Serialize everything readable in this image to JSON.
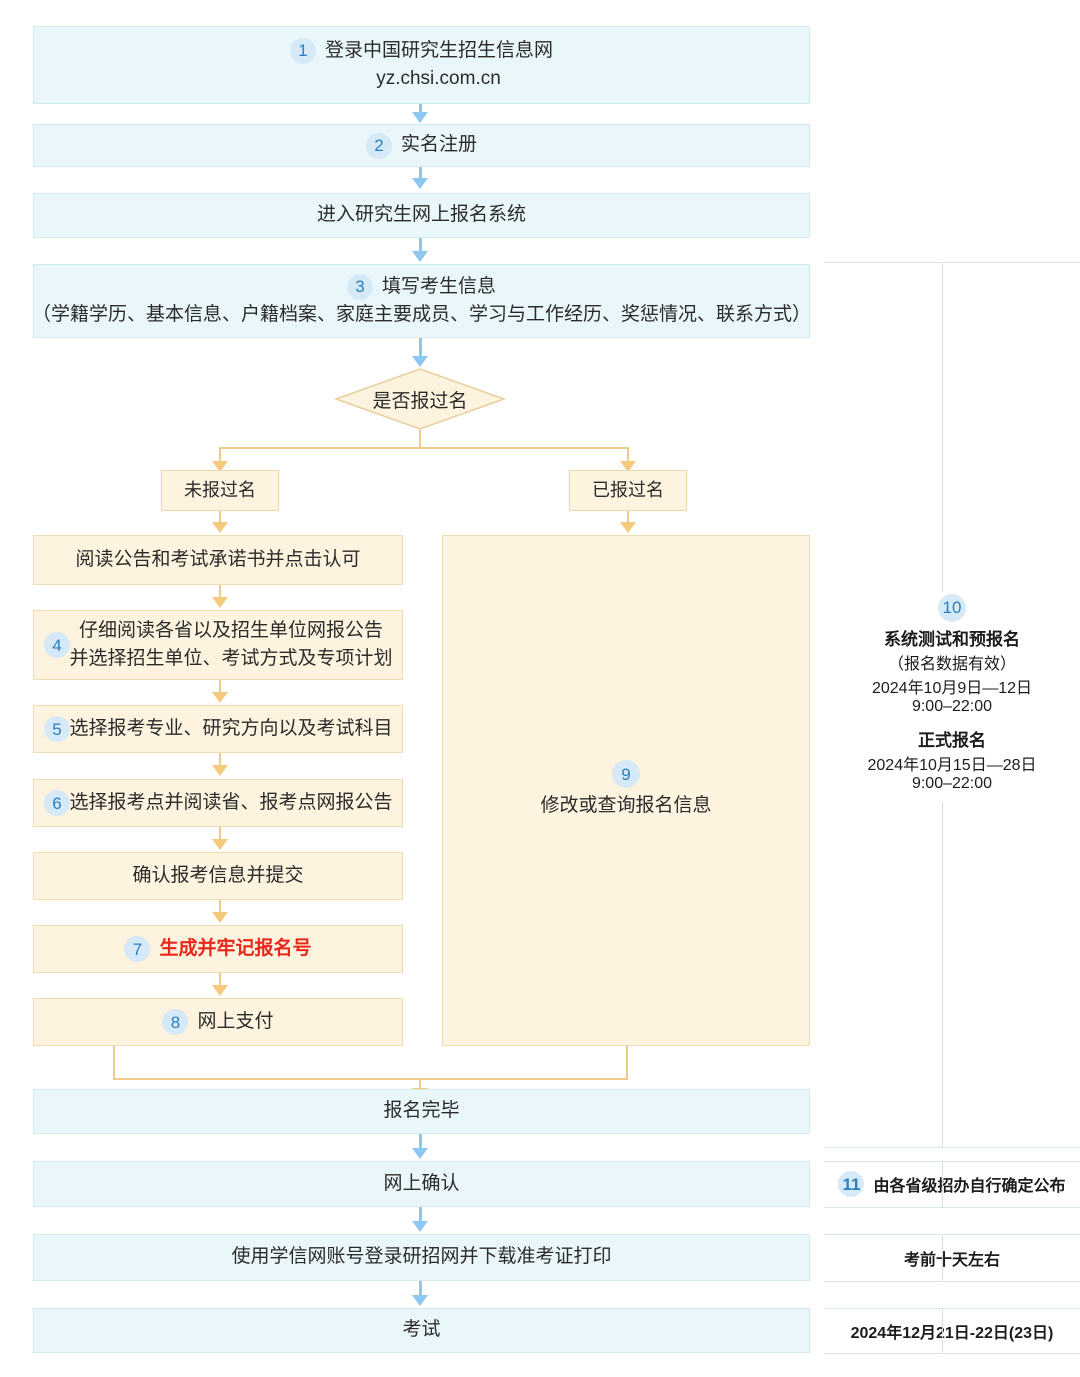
{
  "flow": {
    "steps": [
      {
        "id": "login",
        "badge": "1",
        "line1": "登录中国研究生招生信息网",
        "line2": "yz.chsi.com.cn"
      },
      {
        "id": "register",
        "badge": "2",
        "line1": "实名注册"
      },
      {
        "id": "enter-system",
        "badge": "",
        "line1": "进入研究生网上报名系统"
      },
      {
        "id": "fill-info",
        "badge": "3",
        "line1": "填写考生信息",
        "line2": "（学籍学历、基本信息、户籍档案、家庭主要成员、学习与工作经历、奖惩情况、联系方式）"
      }
    ],
    "decision": "是否报过名",
    "branch_left_label": "未报过名",
    "branch_right_label": "已报过名",
    "left_branch": [
      {
        "id": "read-notice",
        "badge": "",
        "lines": [
          "阅读公告和考试承诺书并点击认可"
        ]
      },
      {
        "id": "read-province-notice",
        "badge": "4",
        "lines": [
          "仔细阅读各省以及招生单位网报公告",
          "并选择招生单位、考试方式及专项计划"
        ]
      },
      {
        "id": "choose-major",
        "badge": "5",
        "lines": [
          "选择报考专业、研究方向以及考试科目"
        ]
      },
      {
        "id": "choose-site",
        "badge": "6",
        "lines": [
          "选择报考点并阅读省、报考点网报公告"
        ]
      },
      {
        "id": "confirm-submit",
        "badge": "",
        "lines": [
          "确认报考信息并提交"
        ]
      },
      {
        "id": "registration-number",
        "badge": "7",
        "lines": [
          "生成并牢记报名号"
        ],
        "highlight": true
      },
      {
        "id": "online-payment",
        "badge": "8",
        "lines": [
          "网上支付"
        ]
      }
    ],
    "right_branch": {
      "id": "modify-query",
      "badge": "9",
      "label": "修改或查询报名信息"
    },
    "tail": [
      {
        "id": "registration-complete",
        "badge": "",
        "line1": "报名完毕"
      },
      {
        "id": "online-confirmation",
        "badge": "",
        "line1": "网上确认"
      },
      {
        "id": "download-admission-ticket",
        "badge": "",
        "line1": "使用学信网账号登录研招网并下载准考证打印"
      },
      {
        "id": "exam",
        "badge": "",
        "line1": "考试"
      }
    ]
  },
  "timeline": {
    "registration_period": {
      "badge": "10",
      "title1": "系统测试和预报名",
      "note1": "（报名数据有效）",
      "date1": "2024年10月9日—12日",
      "time1": "9:00–22:00",
      "title2": "正式报名",
      "date2": "2024年10月15日—28日",
      "time2": "9:00–22:00"
    },
    "confirmation": {
      "badge": "11",
      "text": "由各省级招办自行确定公布"
    },
    "ticket": {
      "text": "考前十天左右"
    },
    "exam": {
      "text": "2024年12月21日-22日(23日)"
    }
  },
  "colors": {
    "blue_box_bg": "#e9f7fb",
    "blue_box_border": "#d3e9f0",
    "cream_box_bg": "#fdf3df",
    "cream_box_border": "#f0dcb2",
    "badge_bg": "#d5e9f7",
    "badge_text": "#2a7fc1",
    "arrow_blue": "#8dc6ef",
    "arrow_cream": "#f5c97e",
    "highlight_text": "#e8271b"
  }
}
